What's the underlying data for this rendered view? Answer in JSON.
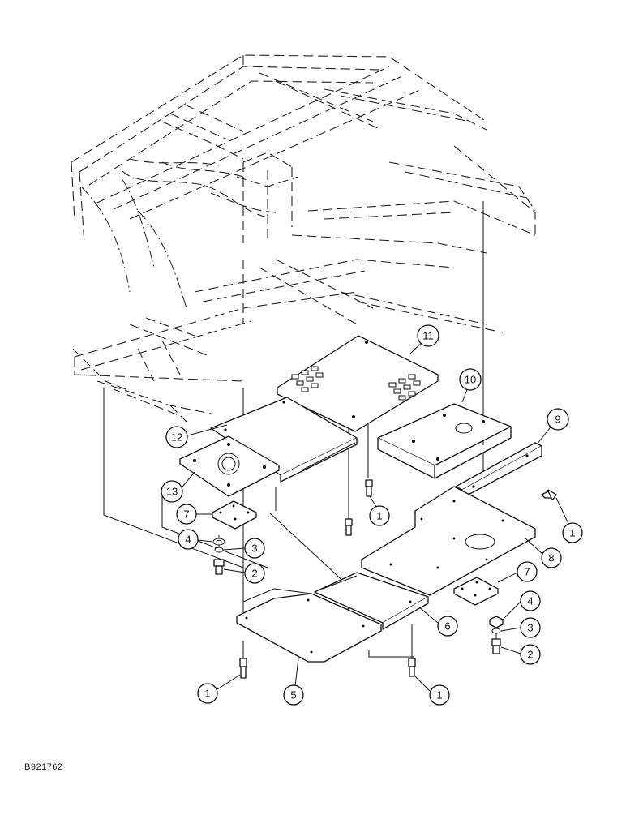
{
  "drawing_id": "B921762",
  "callouts": [
    {
      "id": "c11",
      "label": "11"
    },
    {
      "id": "c10",
      "label": "10"
    },
    {
      "id": "c9",
      "label": "9"
    },
    {
      "id": "c12",
      "label": "12"
    },
    {
      "id": "c13",
      "label": "13"
    },
    {
      "id": "c7a",
      "label": "7"
    },
    {
      "id": "c4a",
      "label": "4"
    },
    {
      "id": "c3a",
      "label": "3"
    },
    {
      "id": "c2a",
      "label": "2"
    },
    {
      "id": "c1a",
      "label": "1"
    },
    {
      "id": "c1b",
      "label": "1"
    },
    {
      "id": "c8",
      "label": "8"
    },
    {
      "id": "c7b",
      "label": "7"
    },
    {
      "id": "c4b",
      "label": "4"
    },
    {
      "id": "c3b",
      "label": "3"
    },
    {
      "id": "c2b",
      "label": "2"
    },
    {
      "id": "c6",
      "label": "6"
    },
    {
      "id": "c5",
      "label": "5"
    },
    {
      "id": "c1c",
      "label": "1"
    },
    {
      "id": "c1d",
      "label": "1"
    }
  ]
}
